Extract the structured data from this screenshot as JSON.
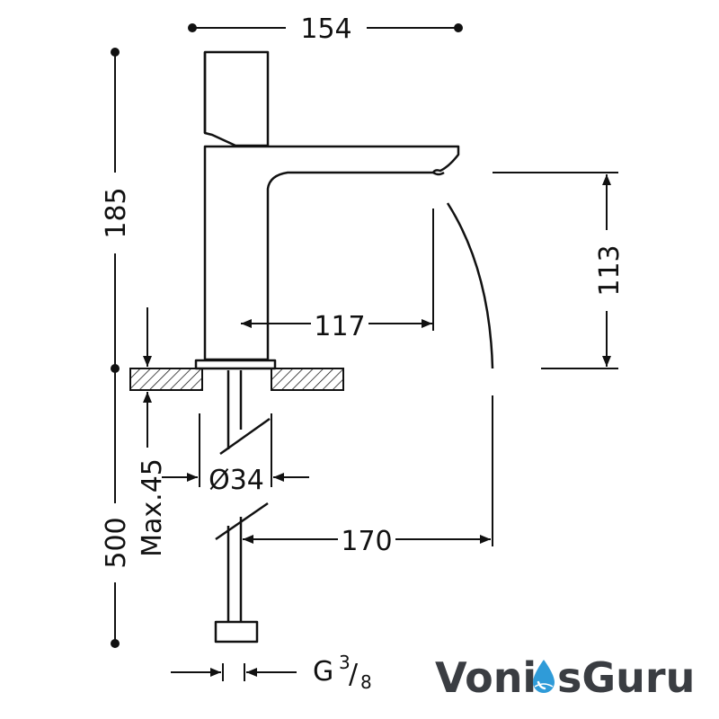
{
  "dimensions": {
    "width_top": "154",
    "height_body": "185",
    "spout_reach": "117",
    "outlet_height": "113",
    "max_deck": "Max.45",
    "hole_diameter": "Ø34",
    "hose_length": "500",
    "outlet_to_hose": "170",
    "connection_thread": "G",
    "thread_numerator": "3",
    "thread_slash": "/",
    "thread_denominator": "8"
  },
  "brand": {
    "part1": "Voni",
    "part2": "sGuru",
    "color_dark": "#3a3d42",
    "color_accent": "#2f9bd8",
    "icon": "water-drop-icon"
  },
  "colors": {
    "line": "#111111"
  }
}
